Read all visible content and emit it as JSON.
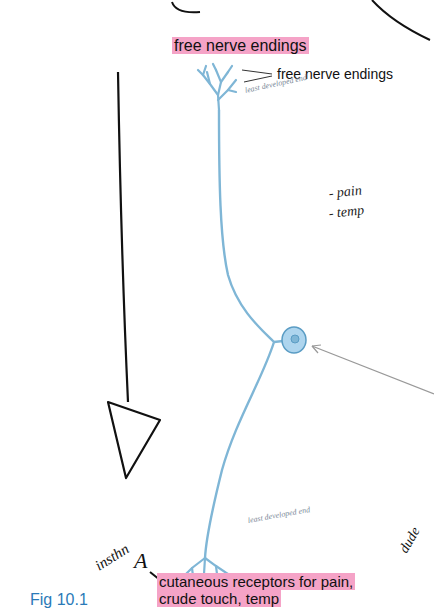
{
  "diagram": {
    "caption": "Fig 10.1",
    "nodes": [
      {
        "text": [
          "free nerve endings"
        ]
      },
      {
        "text": [
          "cutaneous receptors for pain, crude touch, temp"
        ]
      }
    ],
    "labels": [
      "free nerve endings",
      "least developed end",
      "- pain",
      "- temp",
      "least developed end",
      "insthn",
      "A",
      "dude"
    ]
  }
}
